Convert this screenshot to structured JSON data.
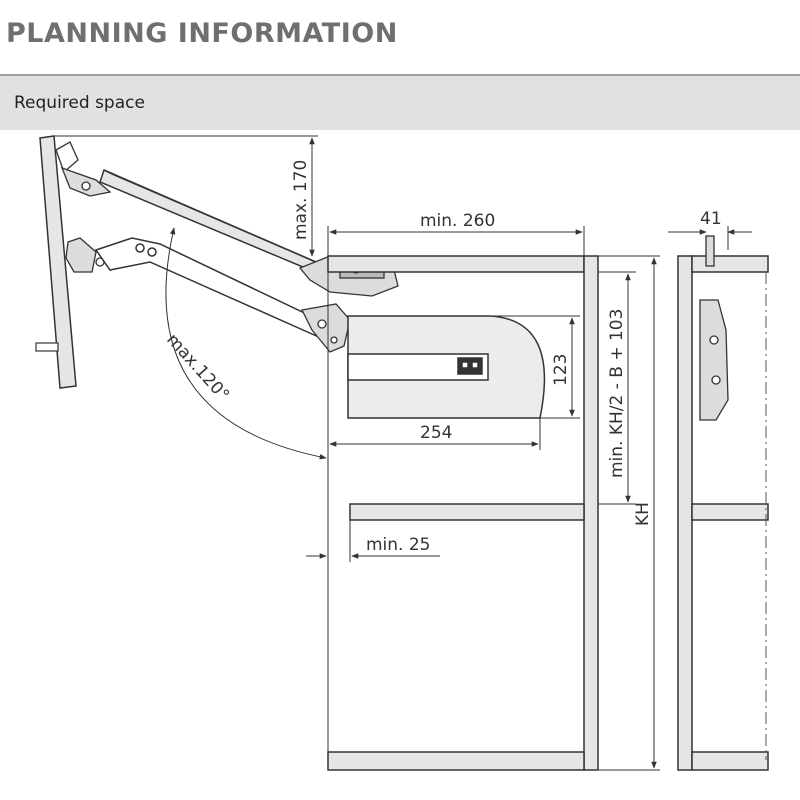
{
  "header": {
    "title": "PLANNING INFORMATION"
  },
  "section": {
    "label": "Required space"
  },
  "dimensions": {
    "max_height": "max. 170",
    "min_width_top": "min. 260",
    "side_depth": "41",
    "mechanism_height": "123",
    "mechanism_width": "254",
    "max_angle": "max.120°",
    "min_height_formula": "min. KH/2 - B + 103",
    "cabinet_height": "KH",
    "min_shelf_offset": "min. 25"
  },
  "colors": {
    "line": "#333333",
    "panel_fill": "#e6e6e6",
    "mechanism_fill": "#dcdcdc"
  }
}
